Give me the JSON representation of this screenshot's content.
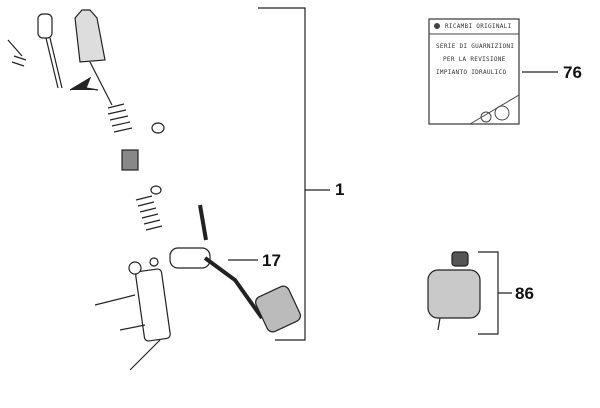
{
  "callouts": {
    "assembly": "1",
    "pedal": "17",
    "kit": "76",
    "reservoir": "86"
  },
  "kit_card": {
    "header": "RICAMBI ORIGINALI",
    "line1": "SERIE DI GUARNIZIONI",
    "line2": "PER LA REVISIONE",
    "line3": "IMPIANTO IDRAULICO"
  }
}
